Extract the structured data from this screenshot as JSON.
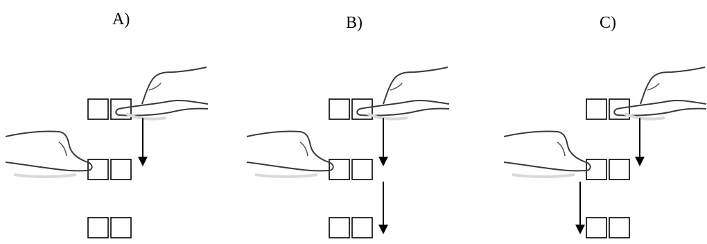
{
  "panels": [
    {
      "id": "A",
      "label": "A)"
    },
    {
      "id": "B",
      "label": "B)"
    },
    {
      "id": "C",
      "label": "C)"
    }
  ],
  "colors": {
    "line": "#000000",
    "hand_outline": "#3a3a3a",
    "hand_shadow": "#d9d9d9"
  },
  "icons": {
    "right_hand": "pointing-right-hand-icon",
    "left_hand": "pointing-left-hand-icon",
    "square_pair": "two-squares-icon",
    "arrow": "down-arrow-icon"
  }
}
